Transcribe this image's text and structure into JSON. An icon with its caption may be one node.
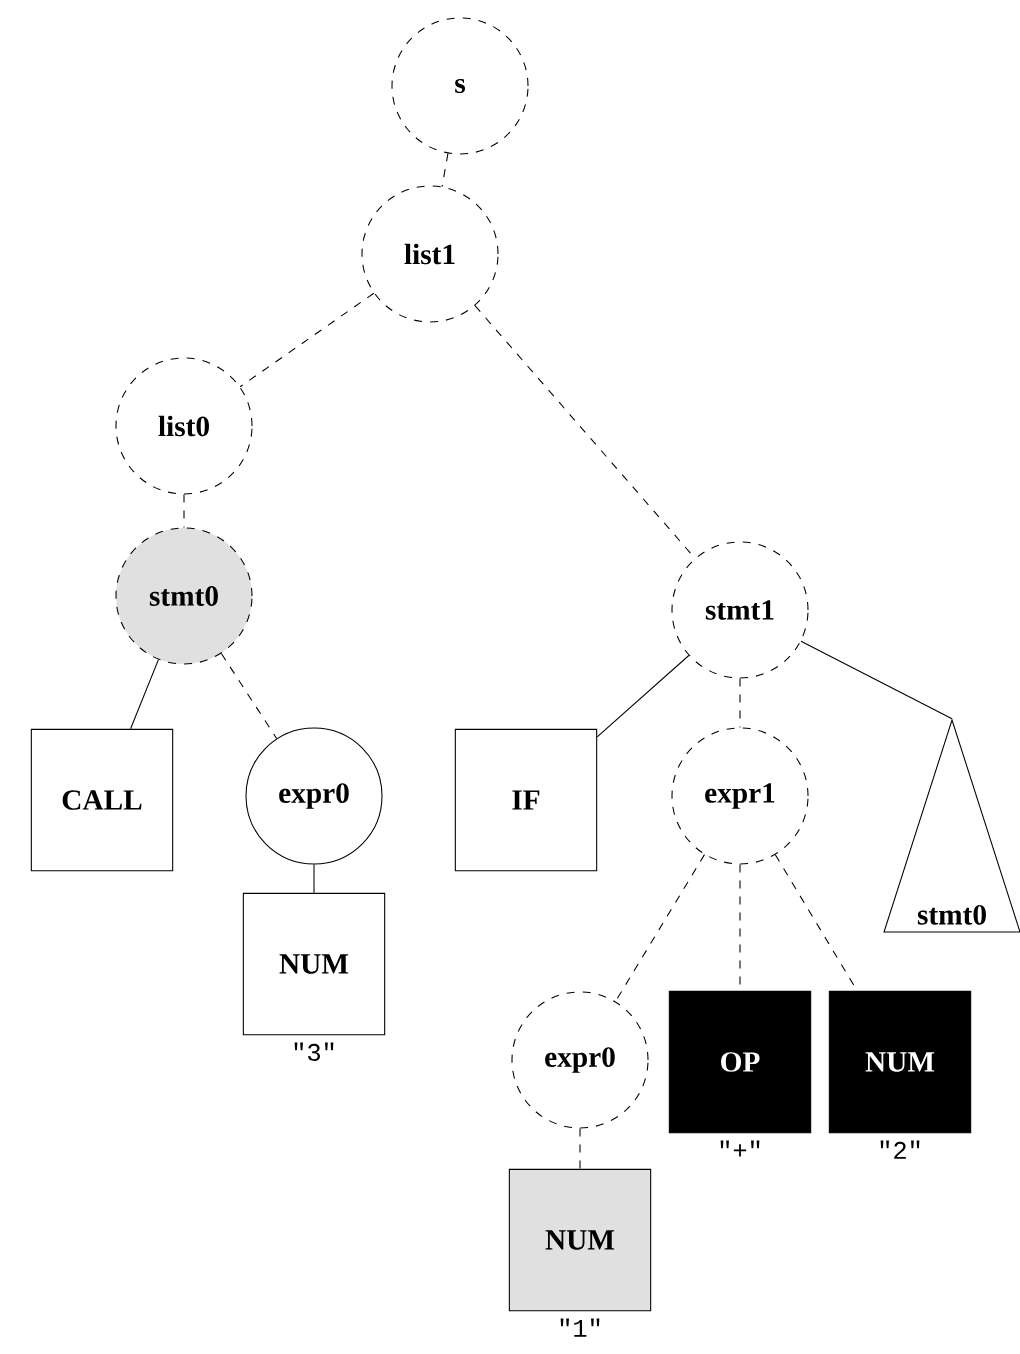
{
  "diagram": {
    "nodes": [
      {
        "text": [
          "s"
        ]
      },
      {
        "text": [
          "list1"
        ]
      },
      {
        "text": [
          "list0"
        ]
      },
      {
        "text": [
          "stmt0"
        ]
      },
      {
        "text": [
          "stmt1"
        ]
      },
      {
        "text": [
          "CALL"
        ]
      },
      {
        "text": [
          "expr0"
        ]
      },
      {
        "text": [
          "NUM"
        ],
        "beside": [
          "\"3\""
        ]
      },
      {
        "text": [
          "IF"
        ]
      },
      {
        "text": [
          "expr1"
        ]
      },
      {
        "text": [
          "stmt0"
        ]
      },
      {
        "text": [
          "expr0"
        ]
      },
      {
        "text": [
          "OP"
        ],
        "beside": [
          "\"+\""
        ]
      },
      {
        "text": [
          "NUM"
        ],
        "beside": [
          "\"2\""
        ]
      },
      {
        "text": [
          "NUM"
        ],
        "beside": [
          "\"1\""
        ]
      }
    ],
    "edges": [
      {
        "from": 0,
        "to": 1,
        "arrow": "none",
        "style": "dashed"
      },
      {
        "from": 1,
        "to": 2,
        "arrow": "none",
        "style": "dashed"
      },
      {
        "from": 1,
        "to": 4,
        "arrow": "none",
        "style": "dashed"
      },
      {
        "from": 2,
        "to": 3,
        "arrow": "none",
        "style": "dashed"
      },
      {
        "from": 3,
        "to": 5,
        "arrow": "none"
      },
      {
        "from": 3,
        "to": 6,
        "arrow": "none",
        "style": "dashed"
      },
      {
        "from": 6,
        "to": 7,
        "arrow": "none"
      },
      {
        "from": 4,
        "to": 8,
        "arrow": "none"
      },
      {
        "from": 4,
        "to": 9,
        "arrow": "none",
        "style": "dashed"
      },
      {
        "from": 4,
        "to": 10,
        "arrow": "none"
      },
      {
        "from": 9,
        "to": 11,
        "arrow": "none",
        "style": "dashed"
      },
      {
        "from": 9,
        "to": 12,
        "arrow": "none",
        "style": "dashed"
      },
      {
        "from": 9,
        "to": 13,
        "arrow": "none",
        "style": "dashed"
      },
      {
        "from": 11,
        "to": 14,
        "arrow": "none",
        "style": "dashed"
      }
    ]
  }
}
